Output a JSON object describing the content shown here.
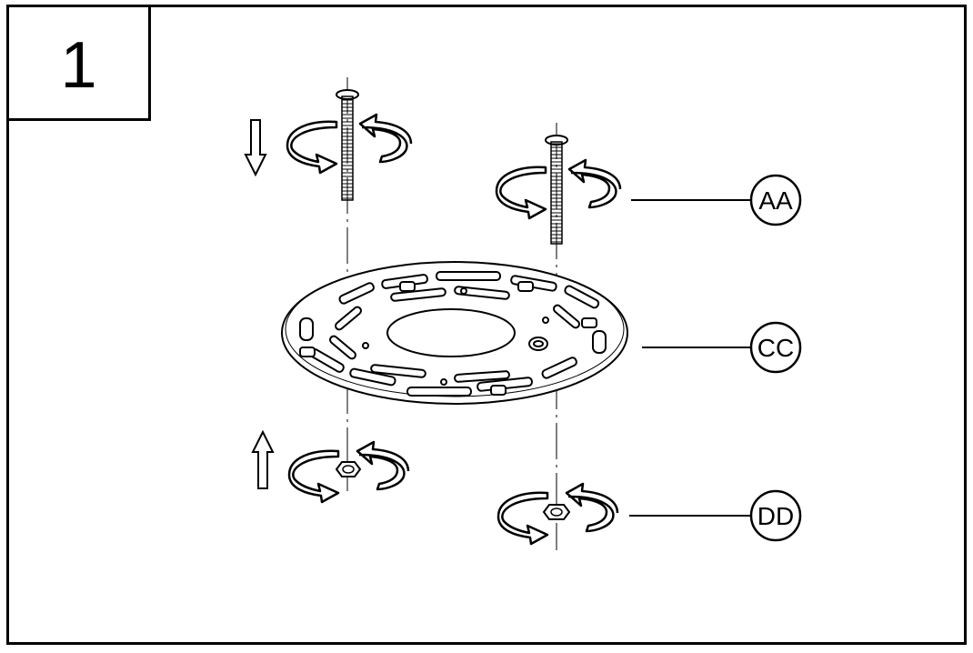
{
  "step": {
    "number": "1"
  },
  "callouts": [
    {
      "id": "AA",
      "label": "AA"
    },
    {
      "id": "CC",
      "label": "CC"
    },
    {
      "id": "DD",
      "label": "DD"
    }
  ],
  "colors": {
    "line": "#000000",
    "background": "#ffffff"
  }
}
